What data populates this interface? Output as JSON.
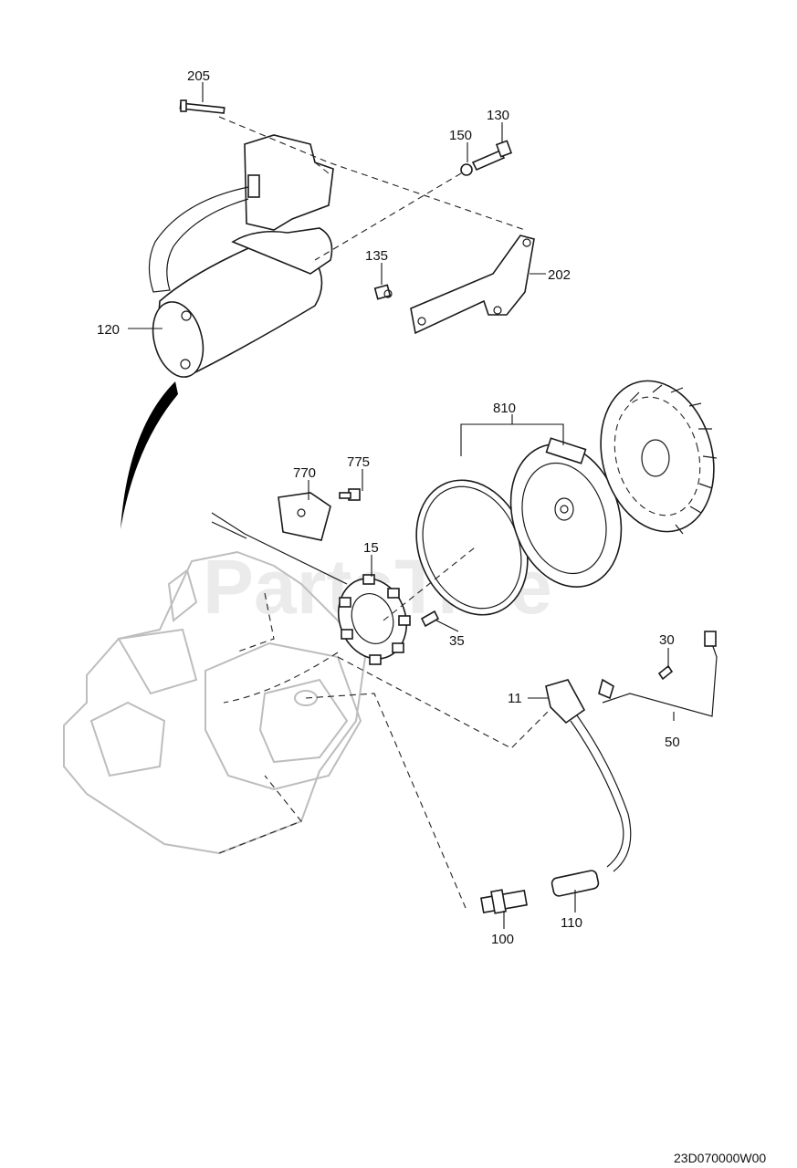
{
  "watermark": "PartsTree",
  "diagram_code": "23D070000W00",
  "callouts": [
    {
      "id": "205",
      "text": "205"
    },
    {
      "id": "150",
      "text": "150"
    },
    {
      "id": "130",
      "text": "130"
    },
    {
      "id": "135",
      "text": "135"
    },
    {
      "id": "202",
      "text": "202"
    },
    {
      "id": "120",
      "text": "120"
    },
    {
      "id": "810",
      "text": "810"
    },
    {
      "id": "770",
      "text": "770"
    },
    {
      "id": "775",
      "text": "775"
    },
    {
      "id": "15",
      "text": "15"
    },
    {
      "id": "35",
      "text": "35"
    },
    {
      "id": "30",
      "text": "30"
    },
    {
      "id": "11",
      "text": "11"
    },
    {
      "id": "50",
      "text": "50"
    },
    {
      "id": "100",
      "text": "100"
    },
    {
      "id": "110",
      "text": "110"
    }
  ]
}
